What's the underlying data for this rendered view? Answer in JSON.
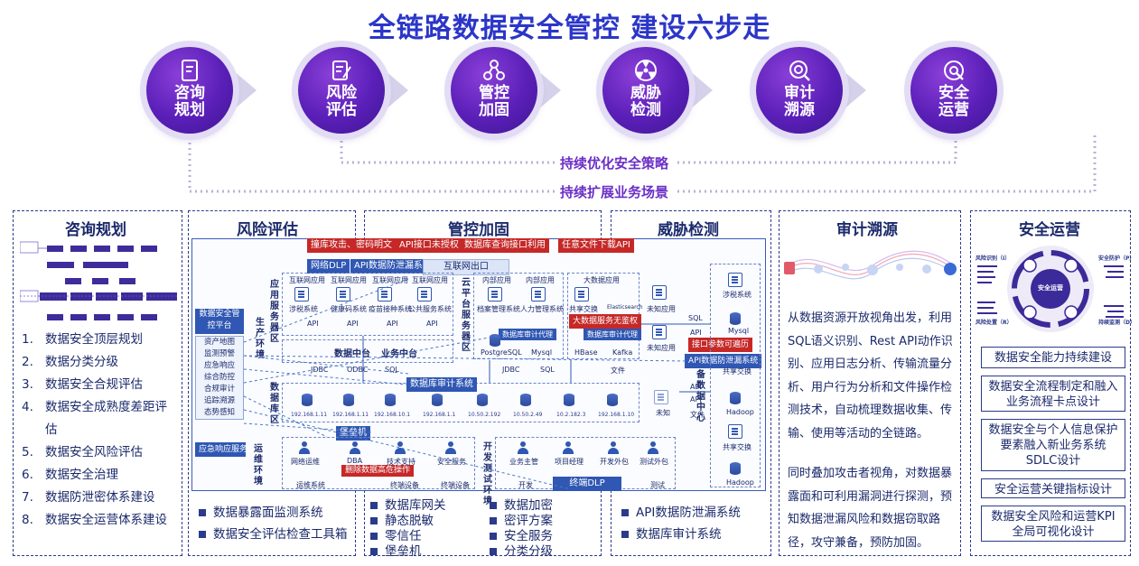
{
  "title": "全链路数据安全管控 建设六步走",
  "steps": [
    {
      "label": "咨询规划",
      "icon": "document-icon"
    },
    {
      "label": "风险评估",
      "icon": "edit-list-icon"
    },
    {
      "label": "管控加固",
      "icon": "network-nodes-icon"
    },
    {
      "label": "威胁检测",
      "icon": "radiation-icon"
    },
    {
      "label": "审计溯源",
      "icon": "search-target-icon"
    },
    {
      "label": "安全运营",
      "icon": "target-icon"
    }
  ],
  "loops": {
    "inner": "持续优化安全策略",
    "outer": "持续扩展业务场景"
  },
  "panels": {
    "consult": {
      "title": "咨询规划",
      "items": [
        "数据安全顶层规划",
        "数据分类分级",
        "数据安全合规评估",
        "数据安全成熟度差距评估",
        "数据安全风险评估",
        "数据安全治理",
        "数据防泄密体系建设",
        "数据安全运营体系建设"
      ],
      "numbers": [
        "1.",
        "2.",
        "3.",
        "4.",
        "5.",
        "6.",
        "7.",
        "8."
      ],
      "flowchart": [
        "全面资产梳理",
        "数据分类分级",
        "数据分级",
        "数据安全合规",
        "业务调研",
        "安全评估",
        "数据安全风险评估",
        "安全治理",
        "场景推演",
        "业务运营",
        "分析",
        "策略",
        "风险评估",
        "人员",
        "流程",
        "工具"
      ]
    },
    "risk": {
      "title": "风险评估",
      "items": [
        "数据暴露面监测系统",
        "数据安全评估检查工具箱"
      ]
    },
    "control": {
      "title": "管控加固",
      "col1": [
        "数据库网关",
        "静态脱敏",
        "零信任",
        "堡垒机"
      ],
      "col2": [
        "数据加密",
        "密评方案",
        "安全服务",
        "分类分级"
      ]
    },
    "threat": {
      "title": "威胁检测",
      "items": [
        "API数据防泄漏系统",
        "数据库审计系统"
      ]
    },
    "audit": {
      "title": "审计溯源",
      "paragraph1": "从数据资源开放视角出发，利用SQL语义识别、Rest API动作识别、应用日志分析、传输流量分析、用户行为分析和文件操作检测技术，自动梳理数据收集、传输、使用等活动的全链路。",
      "paragraph2": "同时叠加攻击者视角，对数据暴露面和可利用漏洞进行探测，预知数据泄漏风险和数据窃取路径，攻守兼备，预防加固。"
    },
    "operate": {
      "title": "安全运营",
      "center": "安全运营",
      "ring": [
        "风险识别（I）",
        "安全防护（P）",
        "风险处置（R）",
        "持续监测（D）"
      ],
      "boxes": [
        "数据安全能力持续建设",
        "数据安全流程制定和融入业务流程卡点设计",
        "数据安全与个人信息保护要素融入新业务系统SDLC设计",
        "安全运营关键指标设计",
        "数据安全风险和运营KPI全局可视化设计"
      ]
    }
  },
  "diagram": {
    "red_tags": [
      "撞库攻击、密码明文",
      "API接口未授权",
      "数据库查询接口利用",
      "任意文件下载API",
      "大数据服务无鉴权",
      "接口参数可遍历",
      "删除数据高危操作"
    ],
    "blue_tags": [
      "网络DLP",
      "API数据防泄漏系统",
      "互联网出口",
      "数据库审计代理",
      "数据库审计代理",
      "API数据防泄漏系统",
      "数据库审计系统",
      "堡垒机",
      "终端DLP"
    ],
    "platform": {
      "title": "数据安全管控平台",
      "menu": [
        "资产地图",
        "监测预警",
        "应急响应",
        "综合防控",
        "合规审计",
        "追踪溯源",
        "态势感知"
      ]
    },
    "emergency": "应急响应服务",
    "zones": [
      "生产环境",
      "应用服务器区",
      "数据库区",
      "云平台服务器区",
      "运维环境",
      "开发测试环境",
      "灾备数据中心"
    ],
    "apps": [
      "互联网应用",
      "互联网应用",
      "互联网应用",
      "互联网应用"
    ],
    "app_names": [
      "涉税系统",
      "健康码系统",
      "疫苗接种系统",
      "公共服务系统"
    ],
    "internal": [
      "内部应用",
      "内部应用"
    ],
    "internal_names": [
      "档案管理系统",
      "人力管理系统"
    ],
    "bigdata": [
      "大数据应用",
      "共享交换",
      "Elasticsearch"
    ],
    "mid": [
      "数据中台",
      "业务中台"
    ],
    "protocols": [
      "API",
      "API",
      "API",
      "API",
      "JDBC",
      "ODBC",
      "SQL",
      "JDBC",
      "SQL",
      "文件",
      "SQL",
      "API",
      "API",
      "API",
      "文件"
    ],
    "db_names": [
      "PostgreSQL",
      "Mysql",
      "HBase",
      "Kafka"
    ],
    "ips": [
      "192.168.1.11",
      "192.168.1.11",
      "192.168.10.1",
      "192.168.1.1",
      "10.50.2.192",
      "10.50.2.49",
      "10.2.182.3",
      "192.168.1.10"
    ],
    "ops_roles": [
      "网络运维",
      "DBA",
      "技术支持",
      "安全服务"
    ],
    "ops_systems": [
      "运维系统",
      "终端设备",
      "终端设备"
    ],
    "dev_roles": [
      "业务主管",
      "项目经理",
      "开发外包",
      "测试外包"
    ],
    "dev_items": [
      "开发",
      "测试"
    ],
    "dr": [
      "涉税系统",
      "Mysql",
      "共享交换",
      "Hadoop",
      "共享交换",
      "Hadoop"
    ],
    "misc": [
      "未知应用",
      "未知应用",
      "未知",
      "未知"
    ]
  }
}
